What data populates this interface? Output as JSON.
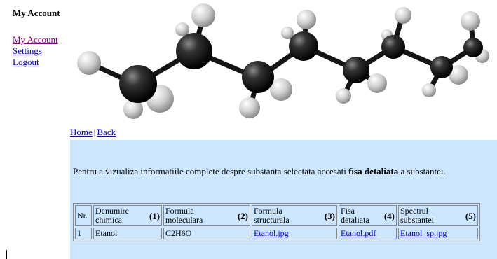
{
  "sidebar": {
    "title": "My Account",
    "links": [
      "My Account",
      "Settings",
      "Logout"
    ]
  },
  "breadcrumb": {
    "home": "Home",
    "separator": "|",
    "back": "Back"
  },
  "intro": {
    "text_before": "Pentru a vizualiza informatiile complete despre substanta selectata accesati ",
    "bold": "fisa detaliata",
    "text_after": " a substantei."
  },
  "table": {
    "nr_header": "Nr.",
    "columns": [
      {
        "label": "Denumire chimica",
        "num": "(1)"
      },
      {
        "label": "Formula moleculara",
        "num": "(2)"
      },
      {
        "label": "Formula structurala",
        "num": "(3)"
      },
      {
        "label": "Fisa detaliata",
        "num": "(4)"
      },
      {
        "label": "Spectrul substantei",
        "num": "(5)"
      }
    ],
    "row": {
      "nr": "1",
      "name": "Etanol",
      "formula": "C2H6O",
      "structural_link": "Etanol.jpg ",
      "sheet_link": "Etanol.pdf ",
      "spectrum_link": "Etanol_sp.jpg "
    }
  },
  "colors": {
    "panel": "#cce6ff",
    "link": "#0000cc",
    "visited_link": "#800080"
  }
}
